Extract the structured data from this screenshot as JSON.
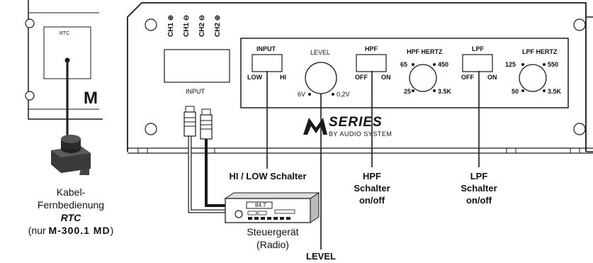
{
  "rtc_unit": {
    "label": "RTC",
    "logo_fragment": "M"
  },
  "amplifier_panel": {
    "input_terminals": [
      "CH1 ⊕",
      "CH1 ⊖",
      "CH2 ⊖",
      "CH2 ⊕"
    ],
    "input_label": "INPUT",
    "input_switch": {
      "title": "INPUT",
      "left": "LOW",
      "right": "HI"
    },
    "level_knob": {
      "title": "LEVEL",
      "min": "6V",
      "max": "0,2V"
    },
    "hpf_switch": {
      "title": "HPF",
      "left": "OFF",
      "right": "ON"
    },
    "hpf_hertz": {
      "title": "HPF  HERTZ",
      "tl": "65",
      "tr": "450",
      "bl": "25",
      "br": "3.5K"
    },
    "lpf_switch": {
      "title": "LPF",
      "left": "OFF",
      "right": "ON"
    },
    "lpf_hertz": {
      "title": "LPF  HERTZ",
      "tl": "125",
      "tr": "550",
      "bl": "50",
      "br": "3.5K"
    },
    "brand": {
      "series": "SERIES",
      "sub": "BY AUDIO SYSTEM"
    }
  },
  "head_unit": {
    "display": "84.7"
  },
  "callouts": {
    "hi_low": "HI / LOW Schalter",
    "level": "LEVEL",
    "hpf": [
      "HPF",
      "Schalter",
      "on/off"
    ],
    "lpf": [
      "LPF",
      "Schalter",
      "on/off"
    ],
    "steuer": [
      "Steuergerät",
      "(Radio)"
    ],
    "rtc_caption": [
      "Kabel-",
      "Fernbedienung"
    ],
    "rtc_italic": "RTC",
    "rtc_model_prefix": "(nur ",
    "rtc_model": "M-300.1 MD",
    "rtc_model_suffix": ")"
  },
  "colors": {
    "line": "#1a1a1a",
    "bg": "#ffffff",
    "device_dark": "#333333"
  }
}
